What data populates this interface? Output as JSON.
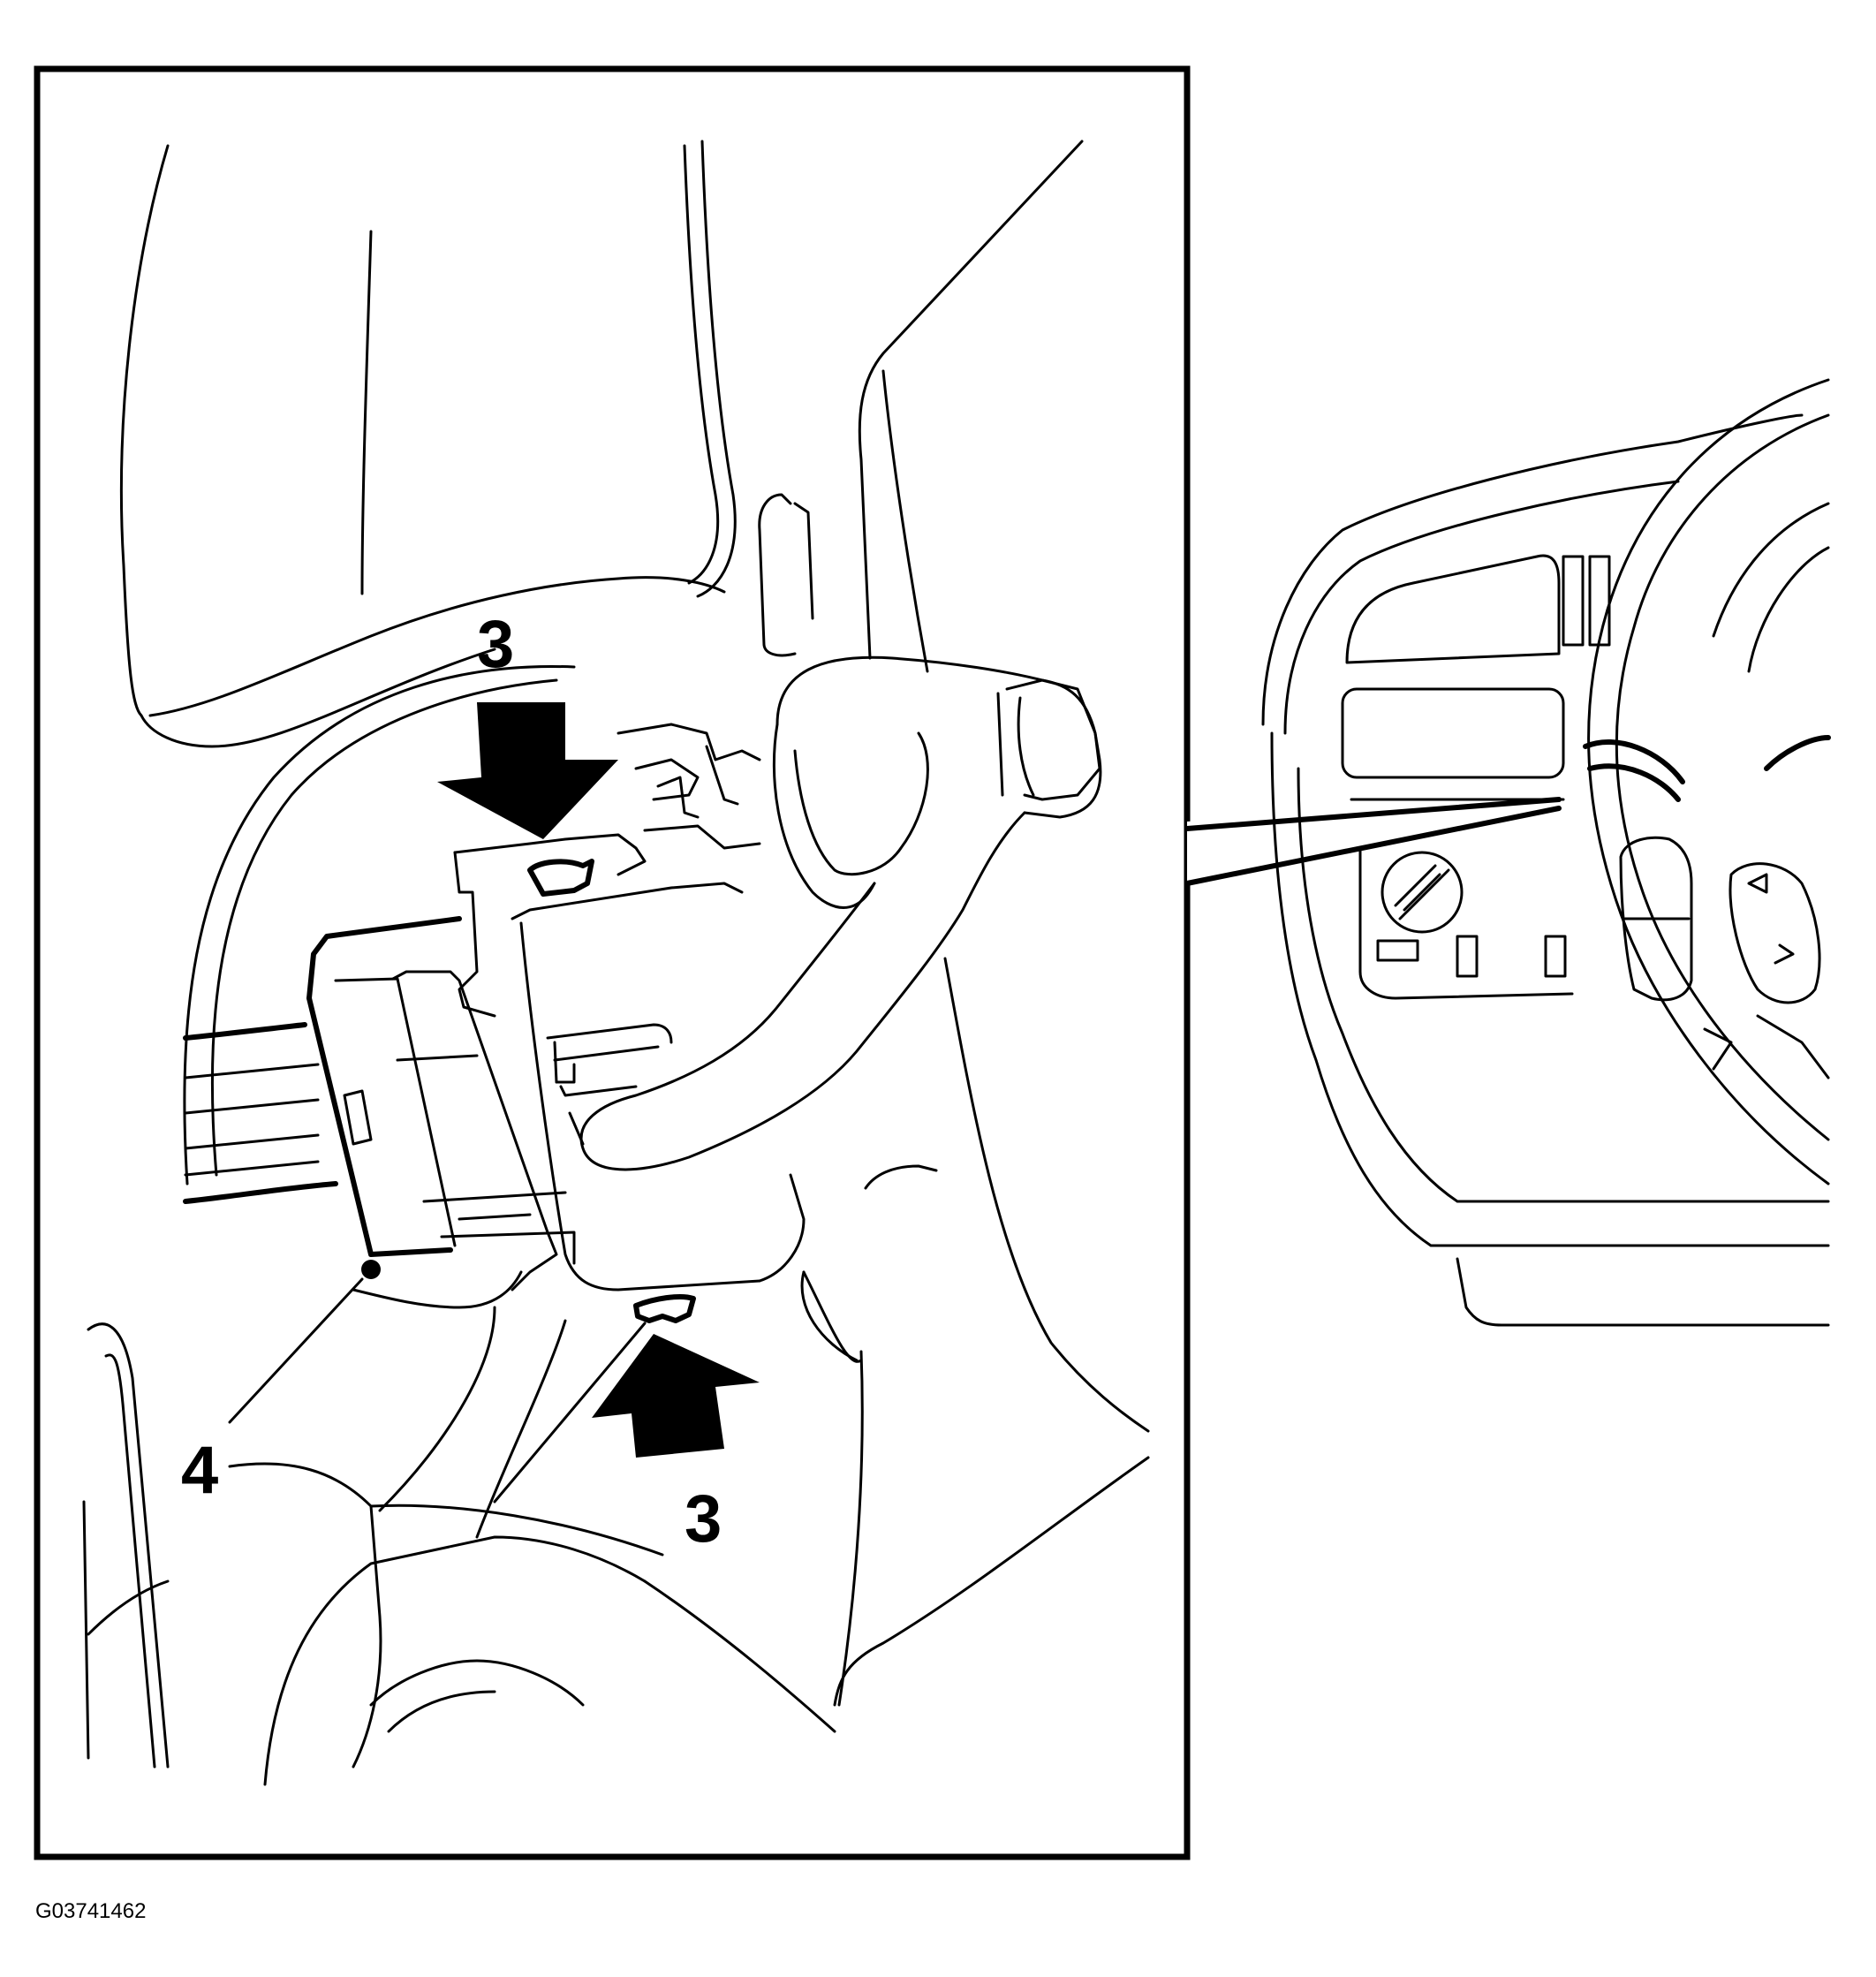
{
  "figure": {
    "id": "G03741462"
  },
  "callouts": {
    "clip_top": "3",
    "clip_bottom": "3",
    "connector": "4"
  },
  "colors": {
    "line": "#000000",
    "background": "#ffffff"
  },
  "icons": {
    "arrow_top": "down-arrow-icon",
    "arrow_bottom": "up-arrow-icon"
  }
}
